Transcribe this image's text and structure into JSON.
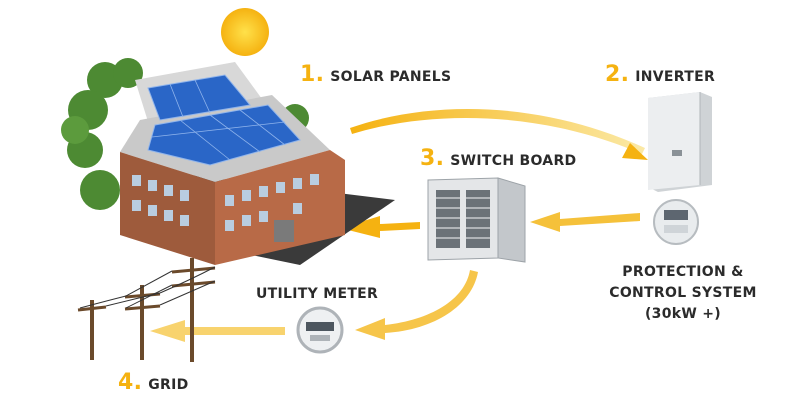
{
  "labels": {
    "solar": {
      "num": "1.",
      "text": "SOLAR PANELS"
    },
    "inverter": {
      "num": "2.",
      "text": "INVERTER"
    },
    "switch": {
      "num": "3.",
      "text": "SWITCH BOARD"
    },
    "grid": {
      "num": "4.",
      "text": "GRID"
    },
    "meter": "UTILITY METER",
    "protection": [
      "PROTECTION &",
      "CONTROL SYSTEM",
      "(30kW +)"
    ]
  },
  "colors": {
    "accent": "#f5b211",
    "text": "#2b2b2b"
  },
  "icons": [
    "sun-icon",
    "building-icon",
    "inverter-icon",
    "protection-meter-icon",
    "switchboard-icon",
    "utility-meter-icon",
    "power-pole-icon"
  ]
}
